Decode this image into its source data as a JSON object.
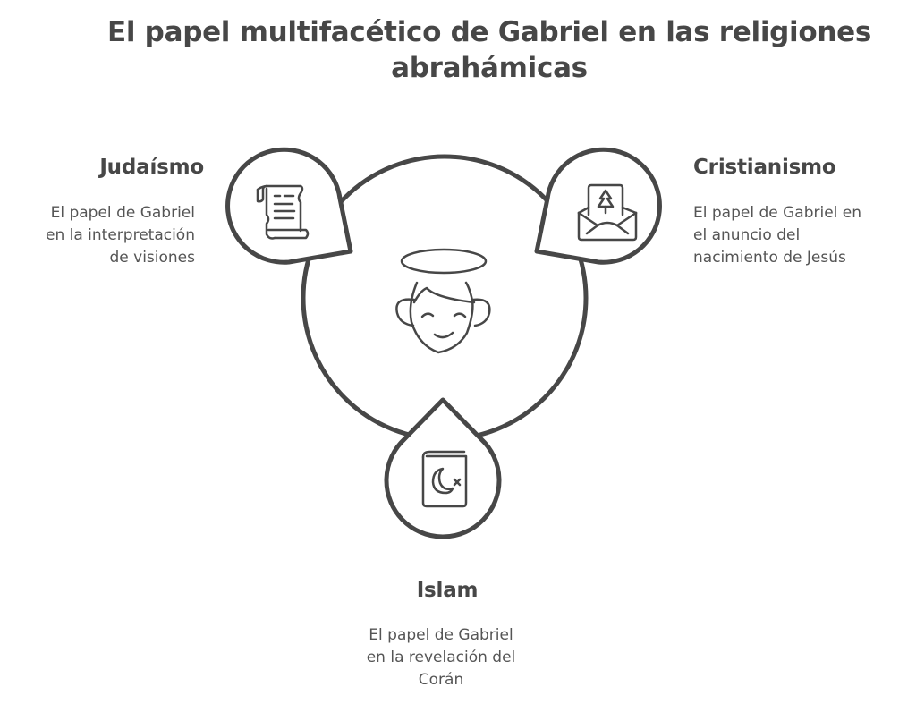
{
  "title": {
    "line1": "El papel multifacético de Gabriel en las religiones",
    "line2": "abrahámicas"
  },
  "center": {
    "icon": "angel-icon"
  },
  "nodes": [
    {
      "id": "judaismo",
      "title": "Judaísmo",
      "desc_lines": [
        "El papel de Gabriel",
        "en la interpretación",
        "de visiones"
      ],
      "icon": "scroll-icon"
    },
    {
      "id": "cristianismo",
      "title": "Cristianismo",
      "desc_lines": [
        "El papel de Gabriel en",
        "el anuncio del",
        "nacimiento de Jesús"
      ],
      "icon": "envelope-card-icon"
    },
    {
      "id": "islam",
      "title": "Islam",
      "desc_lines": [
        "El papel de Gabriel",
        "en la revelación del",
        "Corán"
      ],
      "icon": "quran-book-icon"
    }
  ],
  "colors": {
    "stroke": "#474747",
    "text": "#474747",
    "background": "#ffffff"
  }
}
